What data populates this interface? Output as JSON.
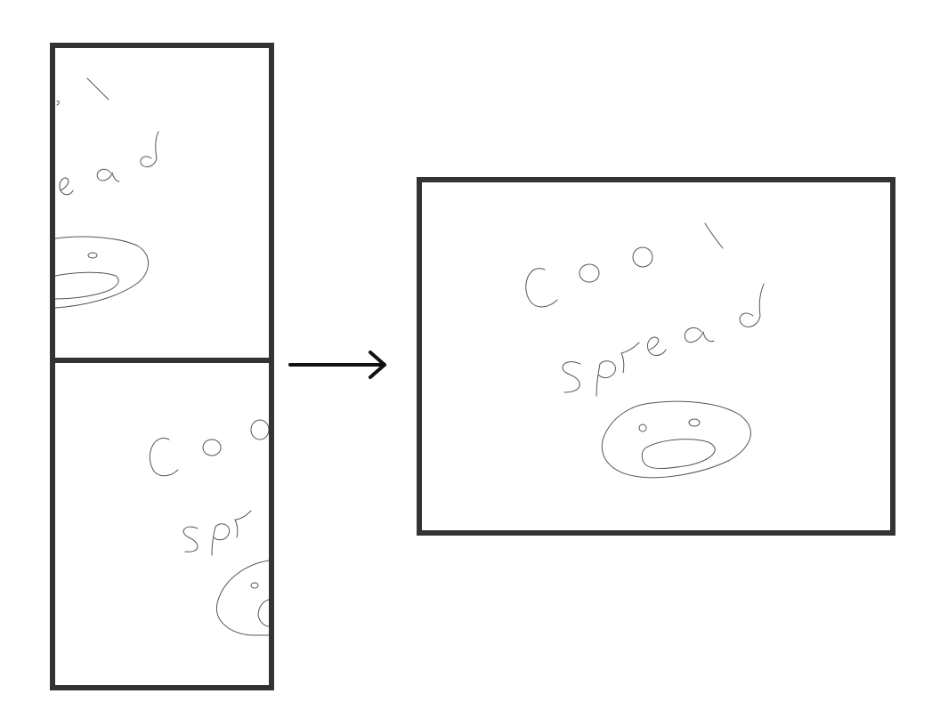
{
  "diagram": {
    "description_free": true,
    "panels": [
      {
        "id": "top-fragment"
      },
      {
        "id": "bottom-fragment"
      },
      {
        "id": "combined-result"
      }
    ],
    "arrow": {
      "direction": "right"
    },
    "colors": {
      "frame": "#333333",
      "sketch_stroke": "#555555",
      "arrow": "#111111",
      "background": "#ffffff"
    }
  }
}
